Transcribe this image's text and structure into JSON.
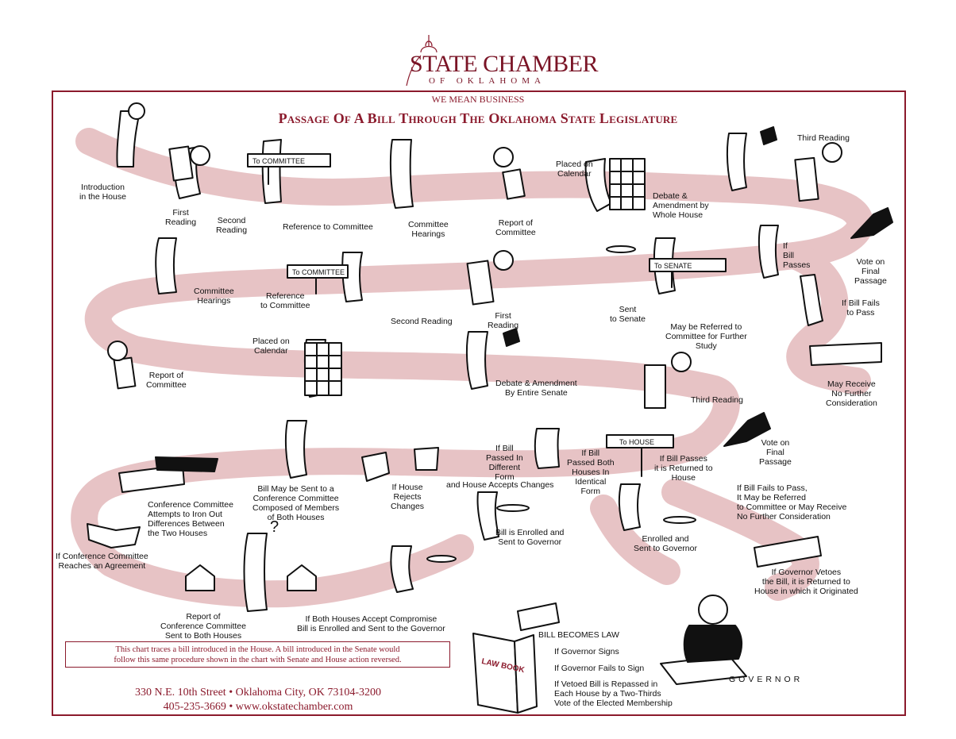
{
  "brand": {
    "name": "STATE CHAMBER",
    "sub": "OF OKLAHOMA",
    "tagline": "WE MEAN BUSINESS",
    "accent": "#8b1a2c",
    "ribbon": "#e7c3c5"
  },
  "title": "Passage Of A Bill Through The Oklahoma State Legislature",
  "signs": {
    "to_committee_1": "To COMMITTEE",
    "to_committee_2": "To COMMITTEE",
    "to_senate": "To SENATE",
    "to_house": "To HOUSE",
    "law_book": "LAW BOOK"
  },
  "steps": {
    "s1": "Introduction\nin the House",
    "s2": "First\nReading",
    "s3": "Second\nReading",
    "s4": "Reference to Committee",
    "s5": "Committee\nHearings",
    "s6": "Report of\nCommittee",
    "s7": "Placed on\nCalendar",
    "s8": "Debate &\nAmendment by\nWhole House",
    "s9": "Third Reading",
    "s10": "Vote on\nFinal\nPassage",
    "s11": "If\nBill\nPasses",
    "s12": "If Bill Fails\nto Pass",
    "s13": "Sent\nto Senate",
    "s14": "First\nReading",
    "s15": "Second Reading",
    "s16": "Reference\nto Committee",
    "s17": "Committee\nHearings",
    "s18": "May be Referred to\nCommittee for Further\nStudy",
    "s19": "May Receive\nNo Further\nConsideration",
    "s20": "Report of\nCommittee",
    "s21": "Placed on\nCalendar",
    "s22": "Debate & Amendment\nBy Entire Senate",
    "s23": "Third Reading",
    "s24": "Vote on\nFinal\nPassage",
    "s25": "If Bill Passes\nit is Returned to\nHouse",
    "s26": "If Bill Fails to Pass,\nIt May be Referred\nto Committee or May Receive\nNo Further Consideration",
    "s27": "If Bill\nPassed Both\nHouses In\nIdentical\nForm",
    "s28": "Enrolled and\nSent to Governor",
    "s29": "If Governor Vetoes\nthe Bill, it is Returned to\nHouse in which it Originated",
    "s30": "If Bill\nPassed In\nDifferent\nForm",
    "s31": "and House Accepts Changes",
    "s32": "Bill is Enrolled and\nSent to Governor",
    "s33": "If House\nRejects\nChanges",
    "s34": "Bill May be Sent to a\nConference Committee\nComposed of Members\nof Both Houses",
    "s35": "Conference Committee\nAttempts to Iron Out\nDifferences Between\nthe Two Houses",
    "s36": "If Conference Committee\nReaches an Agreement",
    "s37": "Report of\nConference Committee\nSent to Both Houses",
    "s38": "If Both Houses Accept Compromise\nBill is Enrolled and Sent to the Governor"
  },
  "law": {
    "heading": "BILL BECOMES LAW",
    "c1": "If Governor Signs",
    "c2": "If Governor Fails to Sign",
    "c3": "If Vetoed Bill is Repassed in\nEach House by a Two-Thirds\nVote of the Elected Membership"
  },
  "governor": "GOVERNOR",
  "note": "This chart traces a bill introduced in the House. A bill introduced in the Senate would\nfollow this same procedure shown in the chart with Senate and House action reversed.",
  "contact": {
    "address": "330 N.E. 10th Street  •  Oklahoma City, OK  73104-3200",
    "phone_web": "405-235-3669  •  www.okstatechamber.com"
  }
}
